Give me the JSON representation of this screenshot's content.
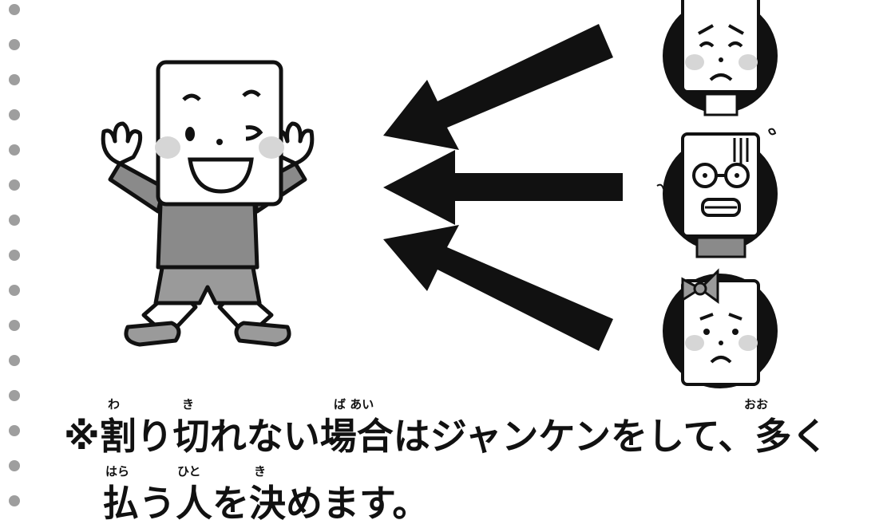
{
  "note": {
    "line1": "※割り切れない場合はジャンケンをして、多く",
    "line2": "払う人を決めます。",
    "ruby": {
      "wa": "わ",
      "ki": "き",
      "baai": "ば あい",
      "oo": "おお",
      "hara": "はら",
      "hito": "ひと",
      "ki2": "き"
    }
  },
  "colors": {
    "ink": "#111111",
    "shirt": "#8a8a8a",
    "shorts": "#9a9a9a",
    "cheek": "#d6d6d6",
    "dot": "#9e9e9e"
  }
}
